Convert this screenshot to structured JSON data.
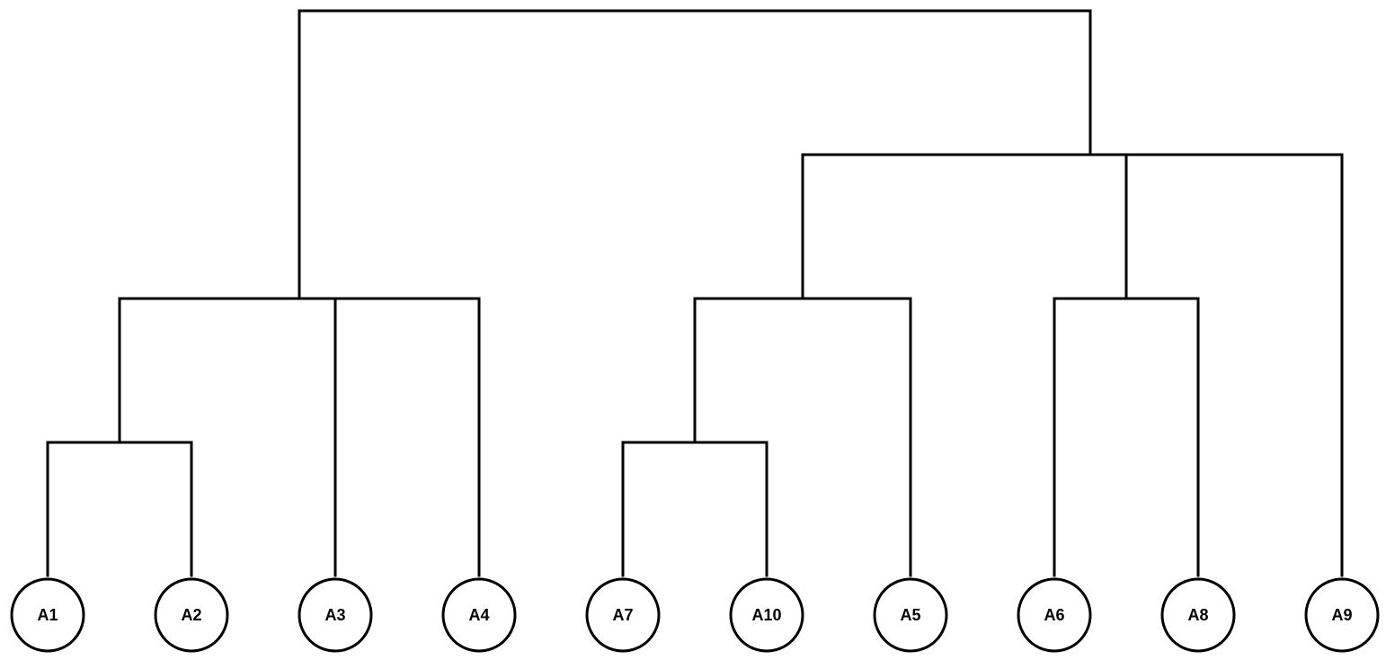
{
  "diagram": {
    "type": "dendrogram",
    "leaves": [
      "A1",
      "A2",
      "A3",
      "A4",
      "A7",
      "A10",
      "A5",
      "A6",
      "A8",
      "A9"
    ],
    "colors": {
      "line": "#000000",
      "node_fill": "#ffffff",
      "background": "#ffffff"
    }
  }
}
